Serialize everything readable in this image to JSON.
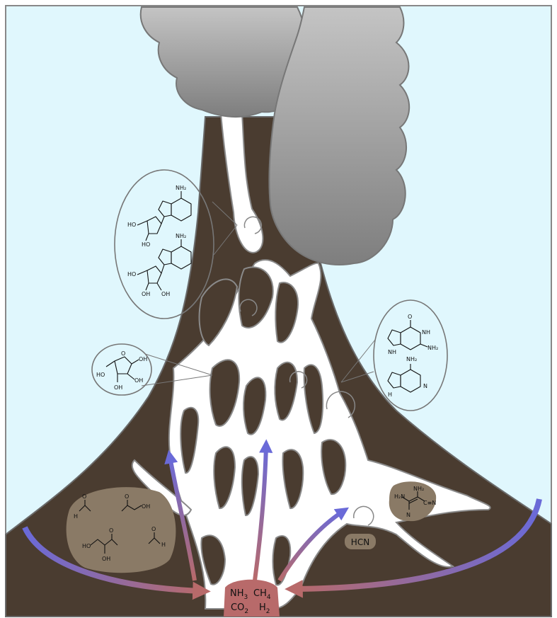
{
  "gases": {
    "nh3": "NH",
    "nh3_sub": "3",
    "ch4": "CH",
    "ch4_sub": "4",
    "co2": "CO",
    "co2_sub": "2",
    "h2": "H",
    "h2_sub": "2"
  },
  "hcn_label": "HCN",
  "molecules": {
    "nh2": "NH₂",
    "nh2_b": "NH₂",
    "nh2_c": "NH₂",
    "nh2_d": "NH₂",
    "h2n": "H₂N",
    "nh2_e": "NH₂",
    "ho": "HO",
    "oh": "OH",
    "o": "O",
    "n": "N",
    "h": "H",
    "nh": "NH",
    "cn": "C≡N"
  },
  "colors": {
    "sky": "#e0f7fd",
    "rock": "#4a3c30",
    "rock_edge": "#6a6a6a",
    "channel": "#ffffff",
    "smoke_dark": "#8a8a8a",
    "smoke_light": "#c4c4c4",
    "arrow_blue": "#6a6ad8",
    "arrow_red": "#b86a6a",
    "molecule_bubble": "#8a7a66"
  }
}
